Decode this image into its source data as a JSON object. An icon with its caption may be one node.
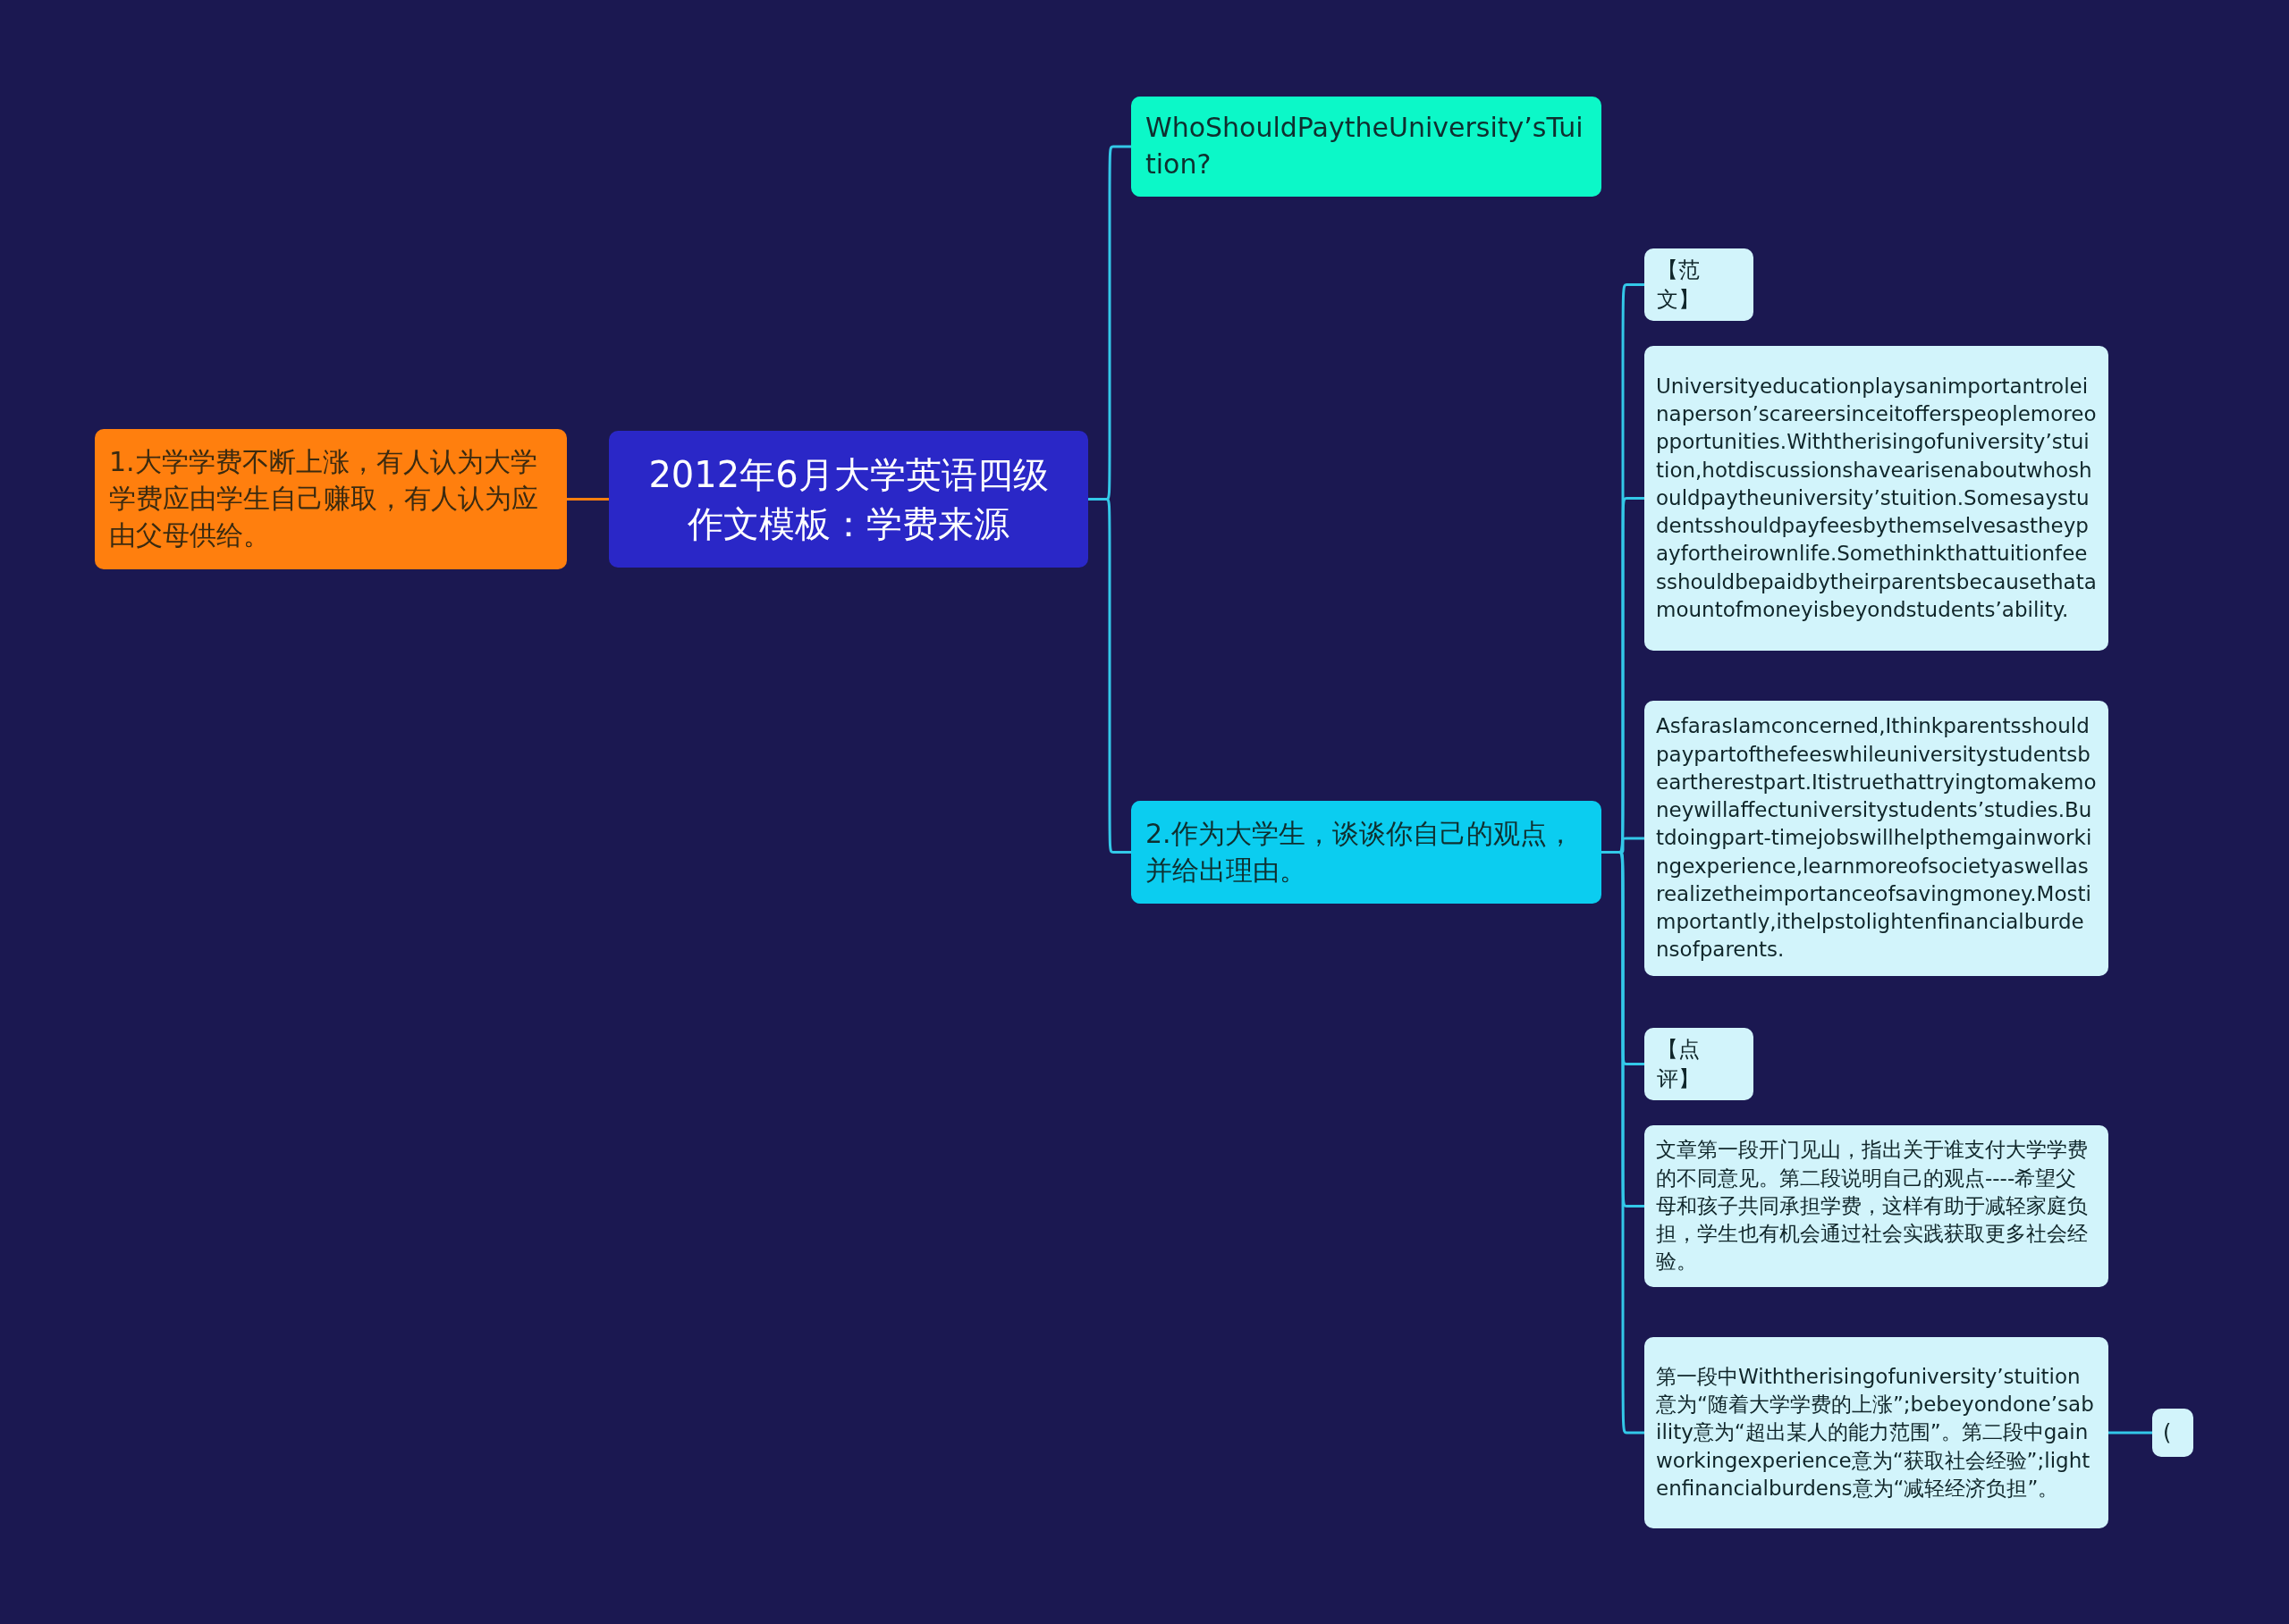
{
  "diagram": {
    "nodes": [
      {
        "text": [
          "2012年6月大学英语四级作文模板：学费来源"
        ]
      },
      {
        "text": [
          "1.大学学费不断上涨，有人认为大学学费应由学生自己赚取，有人认为应由父母供给。"
        ]
      },
      {
        "text": [
          "WhoShouldPaytheUniversity’sTuition?"
        ]
      },
      {
        "text": [
          "2.作为大学生，谈谈你自己的观点，并给出理由。"
        ]
      },
      {
        "text": [
          "【范文】"
        ]
      },
      {
        "text": [
          "Universityeducationplaysanimportantroleinaperson’scareersinceitofferspeoplemoreopportunities.Withtherisingofuniversity’stuition,hotdiscussionshavearisenaboutwhoshouldpaytheuniversity’stuition.Somesaystudentsshouldpayfeesbythemselvesastheypayfortheirownlife.Somethinkthattuitionfeesshouldbepaidbytheirparentsbecausethatamountofmoneyisbeyondstudents’ability."
        ]
      },
      {
        "text": [
          "AsfarasIamconcerned,Ithinkparentsshouldpaypartofthefeeswhileuniversitystudentsbeartherestpart.Itistruethattryingtomakemoneywillaffectuniversitystudents’studies.Butdoingpart-timejobswillhelpthemgainworkingexperience,learnmoreofsocietyaswellasrealizetheimportanceofsavingmoney.Mostimportantly,ithelpstolightenfinancialburdensofparents."
        ]
      },
      {
        "text": [
          "【点评】"
        ]
      },
      {
        "text": [
          "文章第一段开门见山，指出关于谁支付大学学费的不同意见。第二段说明自己的观点----希望父母和孩子共同承担学费，这样有助于减轻家庭负担，学生也有机会通过社会实践获取更多社会经验。"
        ]
      },
      {
        "text": [
          "第一段中Withtherisingofuniversity’stuition意为“随着大学学费的上涨”;bebeyondone’sability意为“超出某人的能力范围”。第二段中gainworkingexperience意为“获取社会经验”;lightenfinancialburdens意为“减轻经济负担”。"
        ]
      },
      {
        "text": [
          "("
        ]
      }
    ],
    "edges": [
      {
        "from": 0,
        "to": 1,
        "arrow": "none",
        "color": "#ff7f0e"
      },
      {
        "from": 0,
        "to": 2,
        "arrow": "none"
      },
      {
        "from": 0,
        "to": 3,
        "arrow": "none"
      },
      {
        "from": 3,
        "to": 4,
        "arrow": "none"
      },
      {
        "from": 3,
        "to": 5,
        "arrow": "none"
      },
      {
        "from": 3,
        "to": 6,
        "arrow": "none"
      },
      {
        "from": 3,
        "to": 7,
        "arrow": "none"
      },
      {
        "from": 3,
        "to": 8,
        "arrow": "none"
      },
      {
        "from": 3,
        "to": 9,
        "arrow": "none"
      },
      {
        "from": 9,
        "to": 10,
        "arrow": "none"
      }
    ]
  }
}
